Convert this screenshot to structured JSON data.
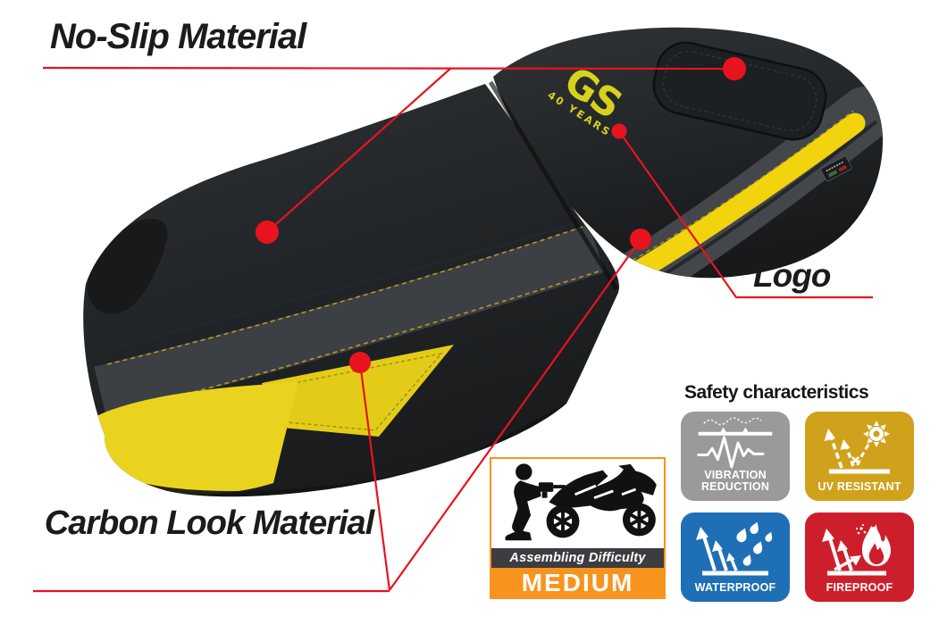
{
  "annotations": {
    "no_slip": {
      "label": "No-Slip Material"
    },
    "logo": {
      "label": "Logo"
    },
    "carbon_look": {
      "label": "Carbon Look Material"
    }
  },
  "seat": {
    "logo_text": "GS",
    "logo_subtext": "40 YEARS"
  },
  "safety": {
    "heading": "Safety characteristics",
    "badges": [
      {
        "label": "VIBRATION REDUCTION",
        "icon": "vibration-reduction-icon"
      },
      {
        "label": "UV RESISTANT",
        "icon": "uv-resistant-icon"
      },
      {
        "label": "WATERPROOF",
        "icon": "waterproof-icon"
      },
      {
        "label": "FIREPROOF",
        "icon": "fireproof-icon"
      }
    ]
  },
  "assembly": {
    "title": "Assembling Difficulty",
    "level": "MEDIUM"
  },
  "colors": {
    "annotation_red": "#e8131f",
    "seat_yellow": "#f2d40e",
    "logo_yellow": "#d6d21c",
    "badge_gray": "#9b9a98",
    "badge_gold": "#d0a21b",
    "badge_blue": "#1f6fb6",
    "badge_red": "#cd1f2b",
    "assembly_orange": "#f7941d",
    "strip_dark": "#3d3c40",
    "title_black": "#1b1b19"
  }
}
